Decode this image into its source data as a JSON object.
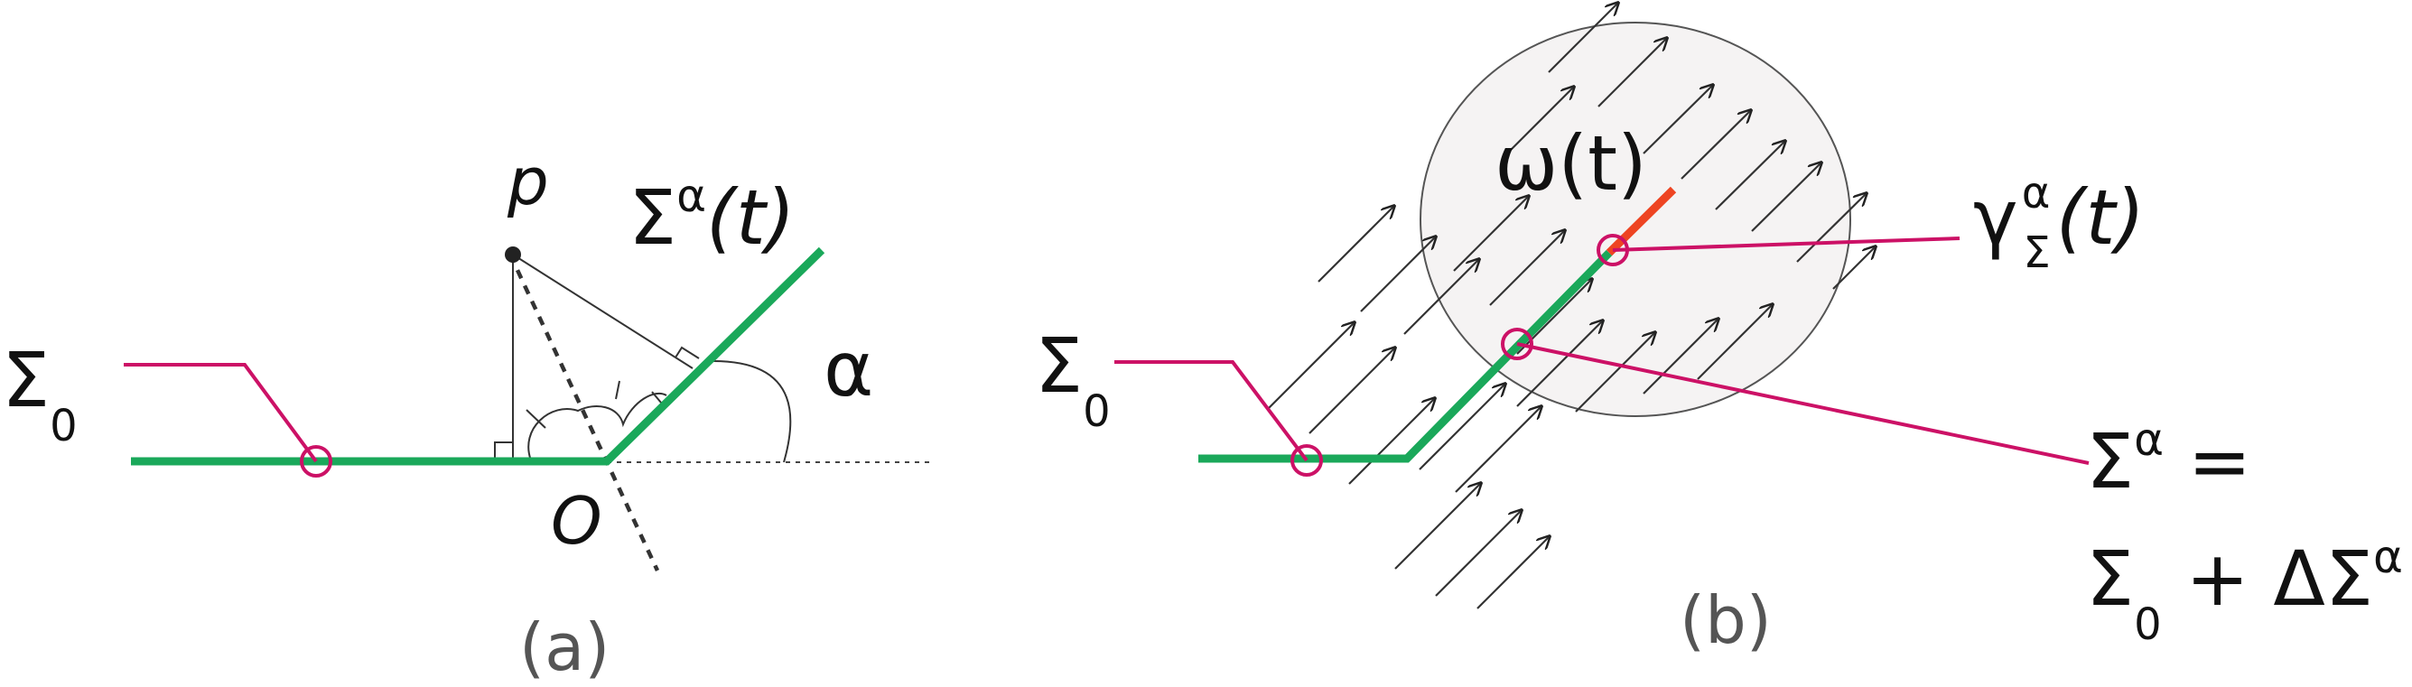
{
  "panel_a": {
    "caption": "(a)",
    "sigma0": {
      "base": "Σ",
      "sub": "0"
    },
    "sigma_alpha_t": {
      "base": "Σ",
      "sup": "α",
      "arg": "(t)"
    },
    "point_p": "p",
    "origin": "O",
    "angle": "α"
  },
  "panel_b": {
    "caption": "(b)",
    "sigma0": {
      "base": "Σ",
      "sub": "0"
    },
    "omega_t": "ω(t)",
    "gamma": {
      "base": "γ",
      "sup": "α",
      "sub": "Σ",
      "arg": "(t)"
    },
    "eq_line1": {
      "base": "Σ",
      "sup": "α",
      "rest": " ="
    },
    "eq_line2": {
      "base": "Σ",
      "sub": "0",
      "rest": " + ΔΣ",
      "sup": "α"
    }
  },
  "colors": {
    "green": "#1aa85a",
    "magenta": "#cc1166",
    "red": "#ee4422",
    "circle_fill": "#f5f3f3"
  }
}
